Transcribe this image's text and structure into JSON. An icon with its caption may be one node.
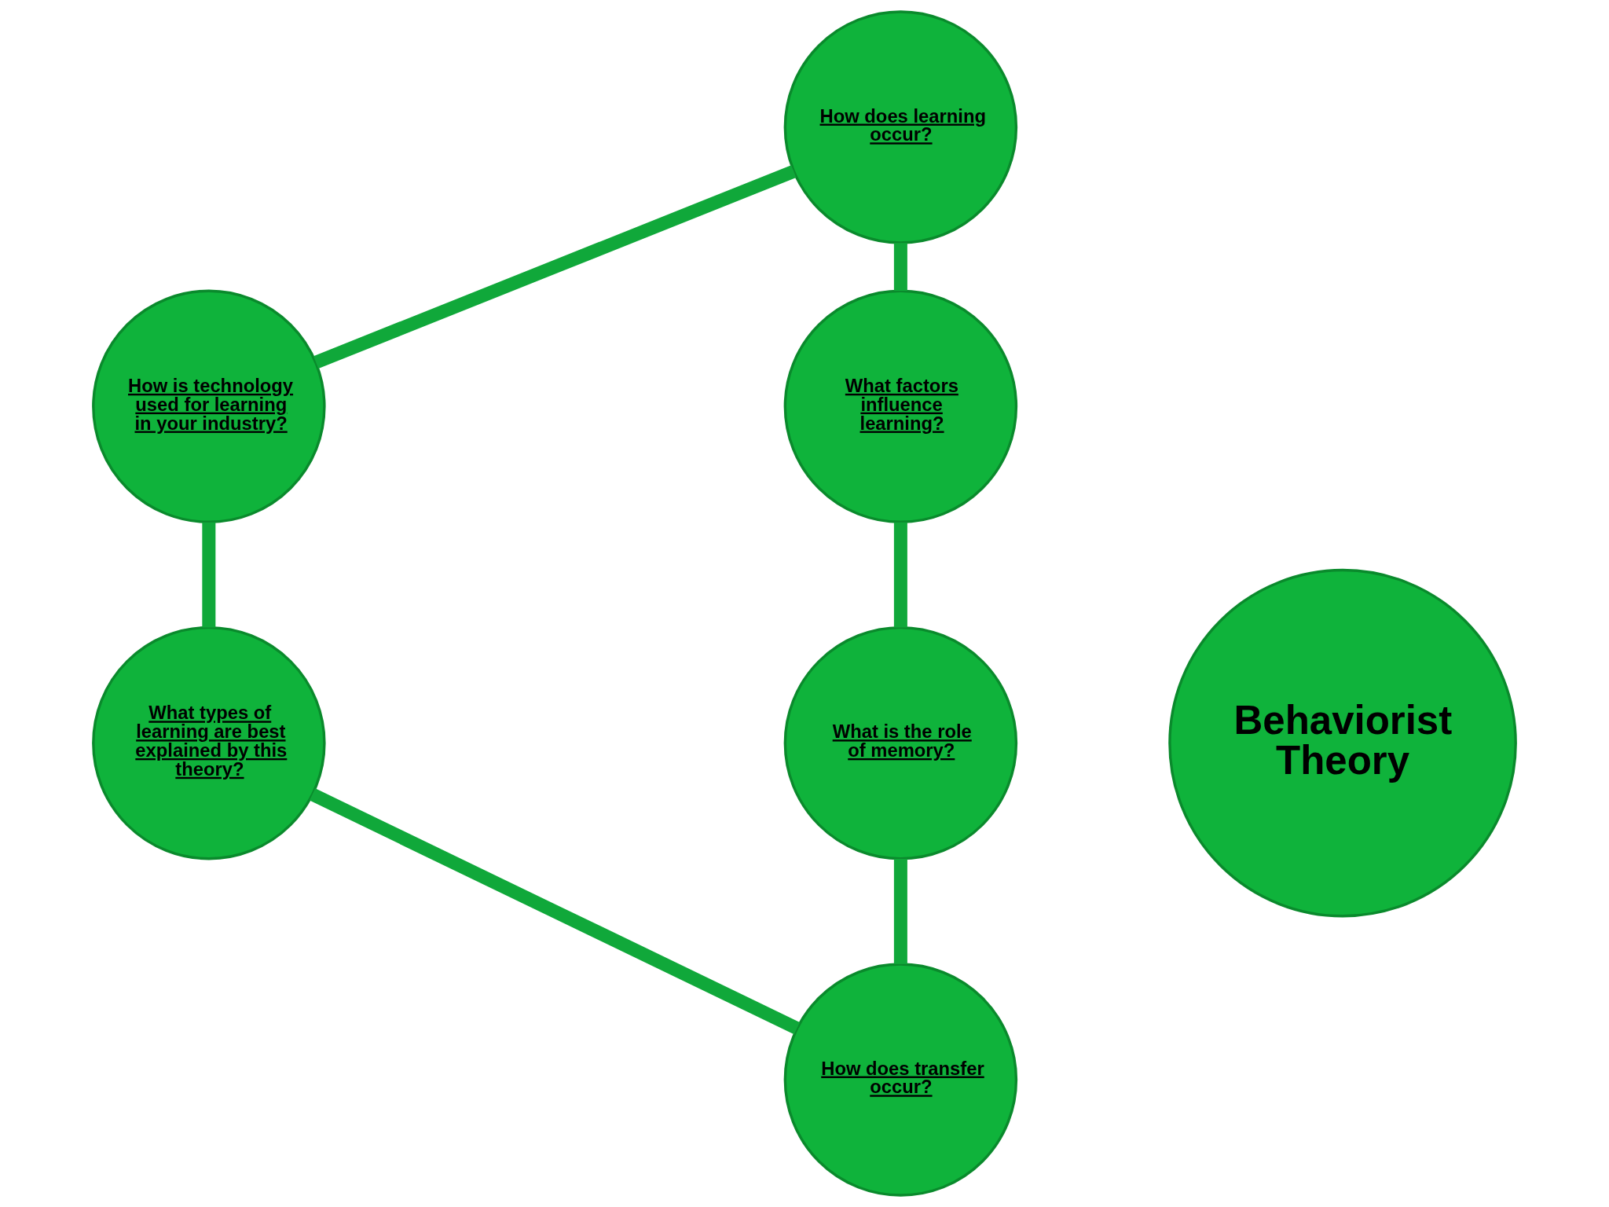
{
  "diagram": {
    "nodes": [
      {
        "text": [
          "How does learning occur?"
        ]
      },
      {
        "text": [
          "How is technology used for learning in your industry?"
        ]
      },
      {
        "text": [
          "What factors influence learning?"
        ]
      },
      {
        "text": [
          "Behaviorist Theory"
        ]
      },
      {
        "text": [
          "What types of learning are best explained by this theory?"
        ]
      },
      {
        "text": [
          "What is the role of memory?"
        ]
      },
      {
        "text": [
          "How does transfer occur?"
        ]
      }
    ],
    "edges": [
      {
        "from": 0,
        "to": 2,
        "arrow": "none"
      },
      {
        "from": 2,
        "to": 5,
        "arrow": "none"
      },
      {
        "from": 5,
        "to": 6,
        "arrow": "none"
      },
      {
        "from": 6,
        "to": 4,
        "arrow": "none"
      },
      {
        "from": 4,
        "to": 1,
        "arrow": "none"
      },
      {
        "from": 1,
        "to": 0,
        "arrow": "none"
      }
    ]
  }
}
